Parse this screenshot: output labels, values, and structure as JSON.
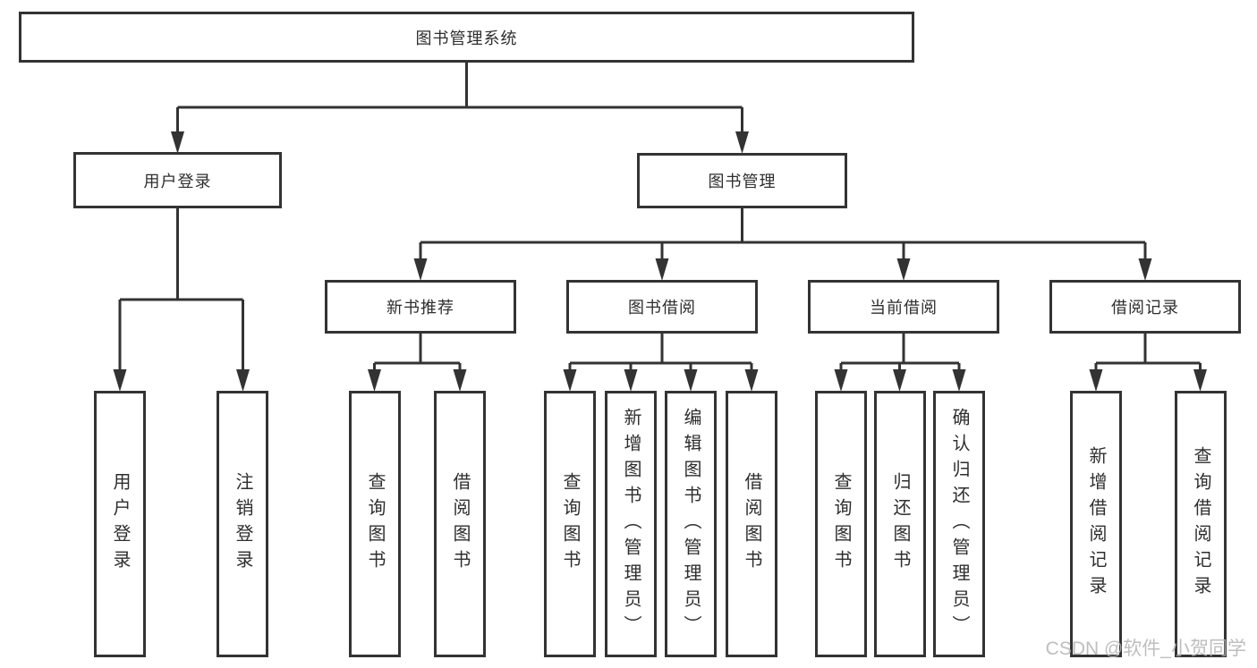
{
  "diagram": {
    "root": {
      "label": "图书管理系统"
    },
    "branches": [
      {
        "label": "用户登录",
        "children": [
          {
            "label": "用户登录"
          },
          {
            "label": "注销登录"
          }
        ]
      },
      {
        "label": "图书管理",
        "children": [
          {
            "label": "新书推荐",
            "children": [
              {
                "label": "查询图书"
              },
              {
                "label": "借阅图书"
              }
            ]
          },
          {
            "label": "图书借阅",
            "children": [
              {
                "label": "查询图书"
              },
              {
                "label": "新增图书（管理员）"
              },
              {
                "label": "编辑图书（管理员）"
              },
              {
                "label": "借阅图书"
              }
            ]
          },
          {
            "label": "当前借阅",
            "children": [
              {
                "label": "查询图书"
              },
              {
                "label": "归还图书"
              },
              {
                "label": "确认归还（管理员）"
              }
            ]
          },
          {
            "label": "借阅记录",
            "children": [
              {
                "label": "新增借阅记录"
              },
              {
                "label": "查询借阅记录"
              }
            ]
          }
        ]
      }
    ]
  },
  "watermark": {
    "text": "CSDN @软件_小贺同学"
  },
  "colors": {
    "line": "#333333",
    "text": "#2e2e2e",
    "background": "#ffffff",
    "watermark": "#b3b3b3"
  }
}
